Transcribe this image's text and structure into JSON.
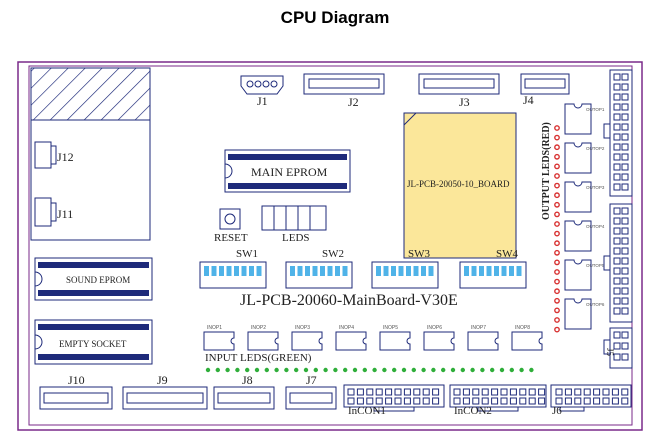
{
  "title": "CPU Diagram",
  "connectors": {
    "j1": "J1",
    "j2": "J2",
    "j3": "J3",
    "j4": "J4",
    "j12": "J12",
    "j11": "J11",
    "j10": "J10",
    "j9": "J9",
    "j8": "J8",
    "j7": "J7",
    "incon1": "InCON1",
    "incon2": "InCON2",
    "j6": "J6",
    "j5": "J5"
  },
  "chips": {
    "main_eprom": "MAIN EPROM",
    "sound_eprom": "SOUND EPROM",
    "empty_socket": "EMPTY SOCKET",
    "daughter_board": "JL-PCB-20050-10_BOARD"
  },
  "controls": {
    "reset": "RESET",
    "leds": "LEDS"
  },
  "switches": [
    "SW1",
    "SW2",
    "SW3",
    "SW4"
  ],
  "board_name": "JL-PCB-20060-MainBoard-V30E",
  "output_leds_label": "OUTPUT LEDS(RED)",
  "input_leds_label": "INPUT LEDS(GREEN)",
  "inputs": [
    "INOP1",
    "INOP2",
    "INOP3",
    "INOP4",
    "INOP5",
    "INOP6",
    "INOP7",
    "INOP8"
  ],
  "outputs": [
    "OUTOP1",
    "OUTOP2",
    "OUTOP3",
    "OUTOP4",
    "OUTOP5",
    "OUTOP6"
  ],
  "colors": {
    "board_border": "#7a2a8a",
    "component": "#1e2a7a",
    "daughter_fill": "#fbe79a",
    "switch_fill": "#4fb3e8",
    "led_green": "#2fae3a",
    "led_red": "#d83232"
  }
}
